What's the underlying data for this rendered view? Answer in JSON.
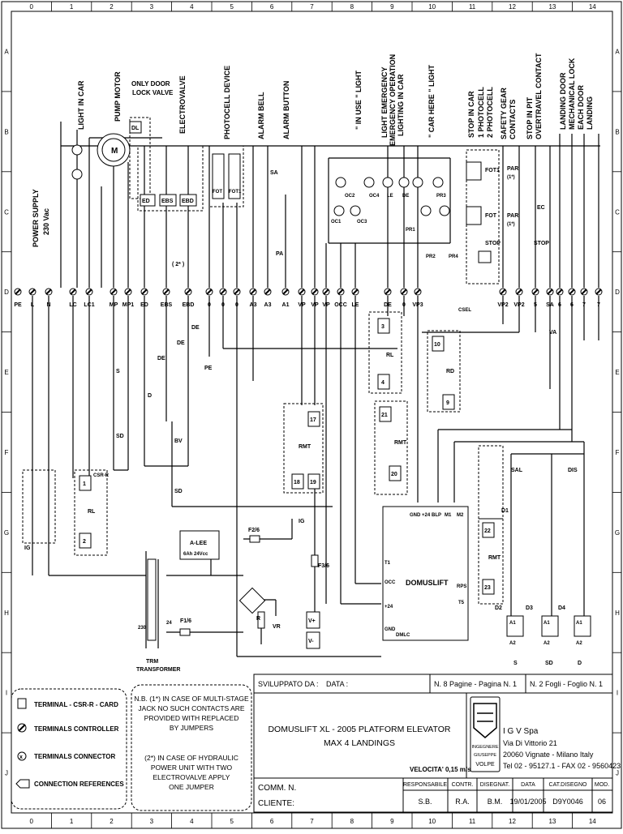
{
  "grid": {
    "columns": [
      "0",
      "1",
      "2",
      "3",
      "4",
      "5",
      "6",
      "7",
      "8",
      "9",
      "10",
      "11",
      "12",
      "13",
      "14"
    ],
    "rows": [
      "A",
      "B",
      "C",
      "D",
      "E",
      "F",
      "G",
      "H",
      "I",
      "J"
    ]
  },
  "section_labels": {
    "light_in_car": "LIGHT IN CAR",
    "pump_motor": "PUMP MOTOR",
    "only_door_lock_1": "ONLY DOOR",
    "only_door_lock_2": "LOCK VALVE",
    "electrovalve": "ELECTROVALVE",
    "photocell_device": "PHOTOCELL DEVICE",
    "alarm_bell": "ALARM BELL",
    "alarm_button": "ALARM BUTTON",
    "in_use_light": "\" IN USE \" LIGHT",
    "light_emergency": "LIGHT EMERGENCY",
    "emergency_operation": "EMERGENCY OPERATION",
    "lighting_in_car": "LIGHTING IN CAR",
    "car_here_light": "\" CAR HERE \" LIGHT",
    "stop_in_car": "STOP IN CAR",
    "photocell_1": "1 PHOTOCELL",
    "photocell_2": "2 PHOTOCELL",
    "safety_gear": "SAFETY GEAR",
    "contacts": "CONTACTS",
    "stop_in_pit": "STOP IN PIT",
    "overtravel": "OVERTRAVEL CONTACT",
    "landing_door": "LANDING DOOR",
    "mech_lock": "MECHANICAL LOCK",
    "each_door": "EACH DOOR",
    "landing": "LANDING",
    "power_supply": "POWER SUPPLY",
    "vac": "230 Vac"
  },
  "terminals": [
    "PE",
    "L",
    "N",
    "LC",
    "LC1",
    "MP",
    "MP1",
    "ED",
    "EBS",
    "EBD",
    "0",
    "0",
    "0",
    "A3",
    "A3",
    "A1",
    "VP",
    "VP",
    "VP",
    "OCC",
    "LE",
    "DE",
    "0",
    "VP3",
    "VP2",
    "VP2",
    "5",
    "SA",
    "6",
    "6",
    "7",
    "7"
  ],
  "components": {
    "dl": "DL",
    "m": "M",
    "ed": "ED",
    "ebs": "EBS",
    "ebd": "EBD",
    "fot": "FOT",
    "fot1": "FOT1",
    "sa": "SA",
    "pa": "PA",
    "oc1": "OC1",
    "oc2": "OC2",
    "oc3": "OC3",
    "oc4": "OC4",
    "le": "LE",
    "de": "DE",
    "pr1": "PR1",
    "pr2": "PR2",
    "pr3": "PR3",
    "pr4": "PR4",
    "fot1b": "FOT1",
    "fotb": "FOT",
    "stop": "STOP",
    "par1": "PAR",
    "par1b": "(1*)",
    "par2": "PAR",
    "par2b": "(1*)",
    "ec": "EC",
    "stop2": "STOP",
    "two_star": "( 2* )",
    "de1": "DE",
    "de2": "DE",
    "de3": "DE",
    "pe": "PE",
    "s": "S",
    "sd": "SD",
    "d": "D",
    "bv": "BV",
    "sd2": "SD",
    "rl": "RL",
    "csr": "CSR-R",
    "ig": "IG",
    "ig2": "IG",
    "rmt": "RMT",
    "rd": "RD",
    "va": "VA",
    "alee": "A-LEE",
    "alee_spec": "6Ah 24Vcc",
    "f26": "F2/6",
    "f36": "F3/6",
    "f16": "F1/6",
    "r": "R",
    "vr": "VR",
    "vplus": "V+",
    "vminus": "V-",
    "trm": "TRM",
    "transformer": "TRANSFORMER",
    "v230": "230",
    "v24": "24",
    "domuslift": "DOMUSLIFT",
    "gnd": "GND",
    "v24pin": "+24",
    "blp": "BLP",
    "m1": "M1",
    "m2": "M2",
    "occ": "OCC",
    "rps": "RPS",
    "dmlc": "DMLC",
    "t1": "T1",
    "t5": "T5",
    "sal": "SAL",
    "dis": "DIS",
    "d1": "D1",
    "d2": "D2",
    "d3": "D3",
    "d4": "D4",
    "a1": "A1",
    "a2": "A2",
    "s_out": "S",
    "sd_out": "SD",
    "d_out": "D",
    "csel": "CSEL",
    "n1": "1",
    "n2": "2",
    "n3": "3",
    "n4": "4",
    "n17": "17",
    "n18": "18",
    "n19": "19",
    "n21": "21",
    "n20": "20",
    "n22": "22",
    "n23": "23",
    "n10": "10",
    "n9": "9"
  },
  "legend": {
    "terminal_card": "TERMINAL - CSR-R - CARD",
    "terminals_controller": "TERMINALS CONTROLLER",
    "terminals_connector": "TERMINALS CONNECTOR",
    "connection_refs": "CONNECTION REFERENCES"
  },
  "notes": {
    "n1": "N.B. (1*) IN CASE OF MULTI-STAGE",
    "n2": "JACK NO SUCH CONTACTS ARE",
    "n3": "PROVIDED WITH REPLACED",
    "n4": "BY JUMPERS",
    "n5": "(2*) IN CASE OF HYDRAULIC",
    "n6": "POWER UNIT WITH TWO",
    "n7": "ELECTROVALVE APPLY",
    "n8": "ONE JUMPER"
  },
  "title_block": {
    "sviluppato": "SVILUPPATO DA :",
    "data": "DATA :",
    "pagine": "N. 8  Pagine - Pagina  N. 1",
    "fogli": "N. 2  Fogli  -  Foglio  N. 1",
    "title1": "DOMUSLIFT XL - 2005  PLATFORM ELEVATOR",
    "title2": "MAX 4 LANDINGS",
    "velocita": "VELOCITA' 0,15 m/s",
    "company": "I G V Spa",
    "address1": "Via Di Vittorio  21",
    "address2": "20060 Vignate  -  Milano Italy",
    "address3": "Tel  02 - 95127.1  -  FAX  02 - 9560423",
    "logo_text1": "INGEGNERE",
    "logo_text2": "GIUSEPPE",
    "logo_text3": "VOLPE",
    "comm": "COMM. N.",
    "cliente": "CLIENTE:",
    "col_resp": "RESPONSABILE",
    "col_contr": "CONTR.",
    "col_disegnat": "DISEGNAT.",
    "col_data": "DATA",
    "col_cat": "CAT.DISEGNO",
    "col_mod": "MOD.",
    "val_resp": "S.B.",
    "val_contr": "R.A.",
    "val_disegnat": "B.M.",
    "val_data": "19/01/2005",
    "val_cat": "D9Y0046",
    "val_mod": "06"
  }
}
